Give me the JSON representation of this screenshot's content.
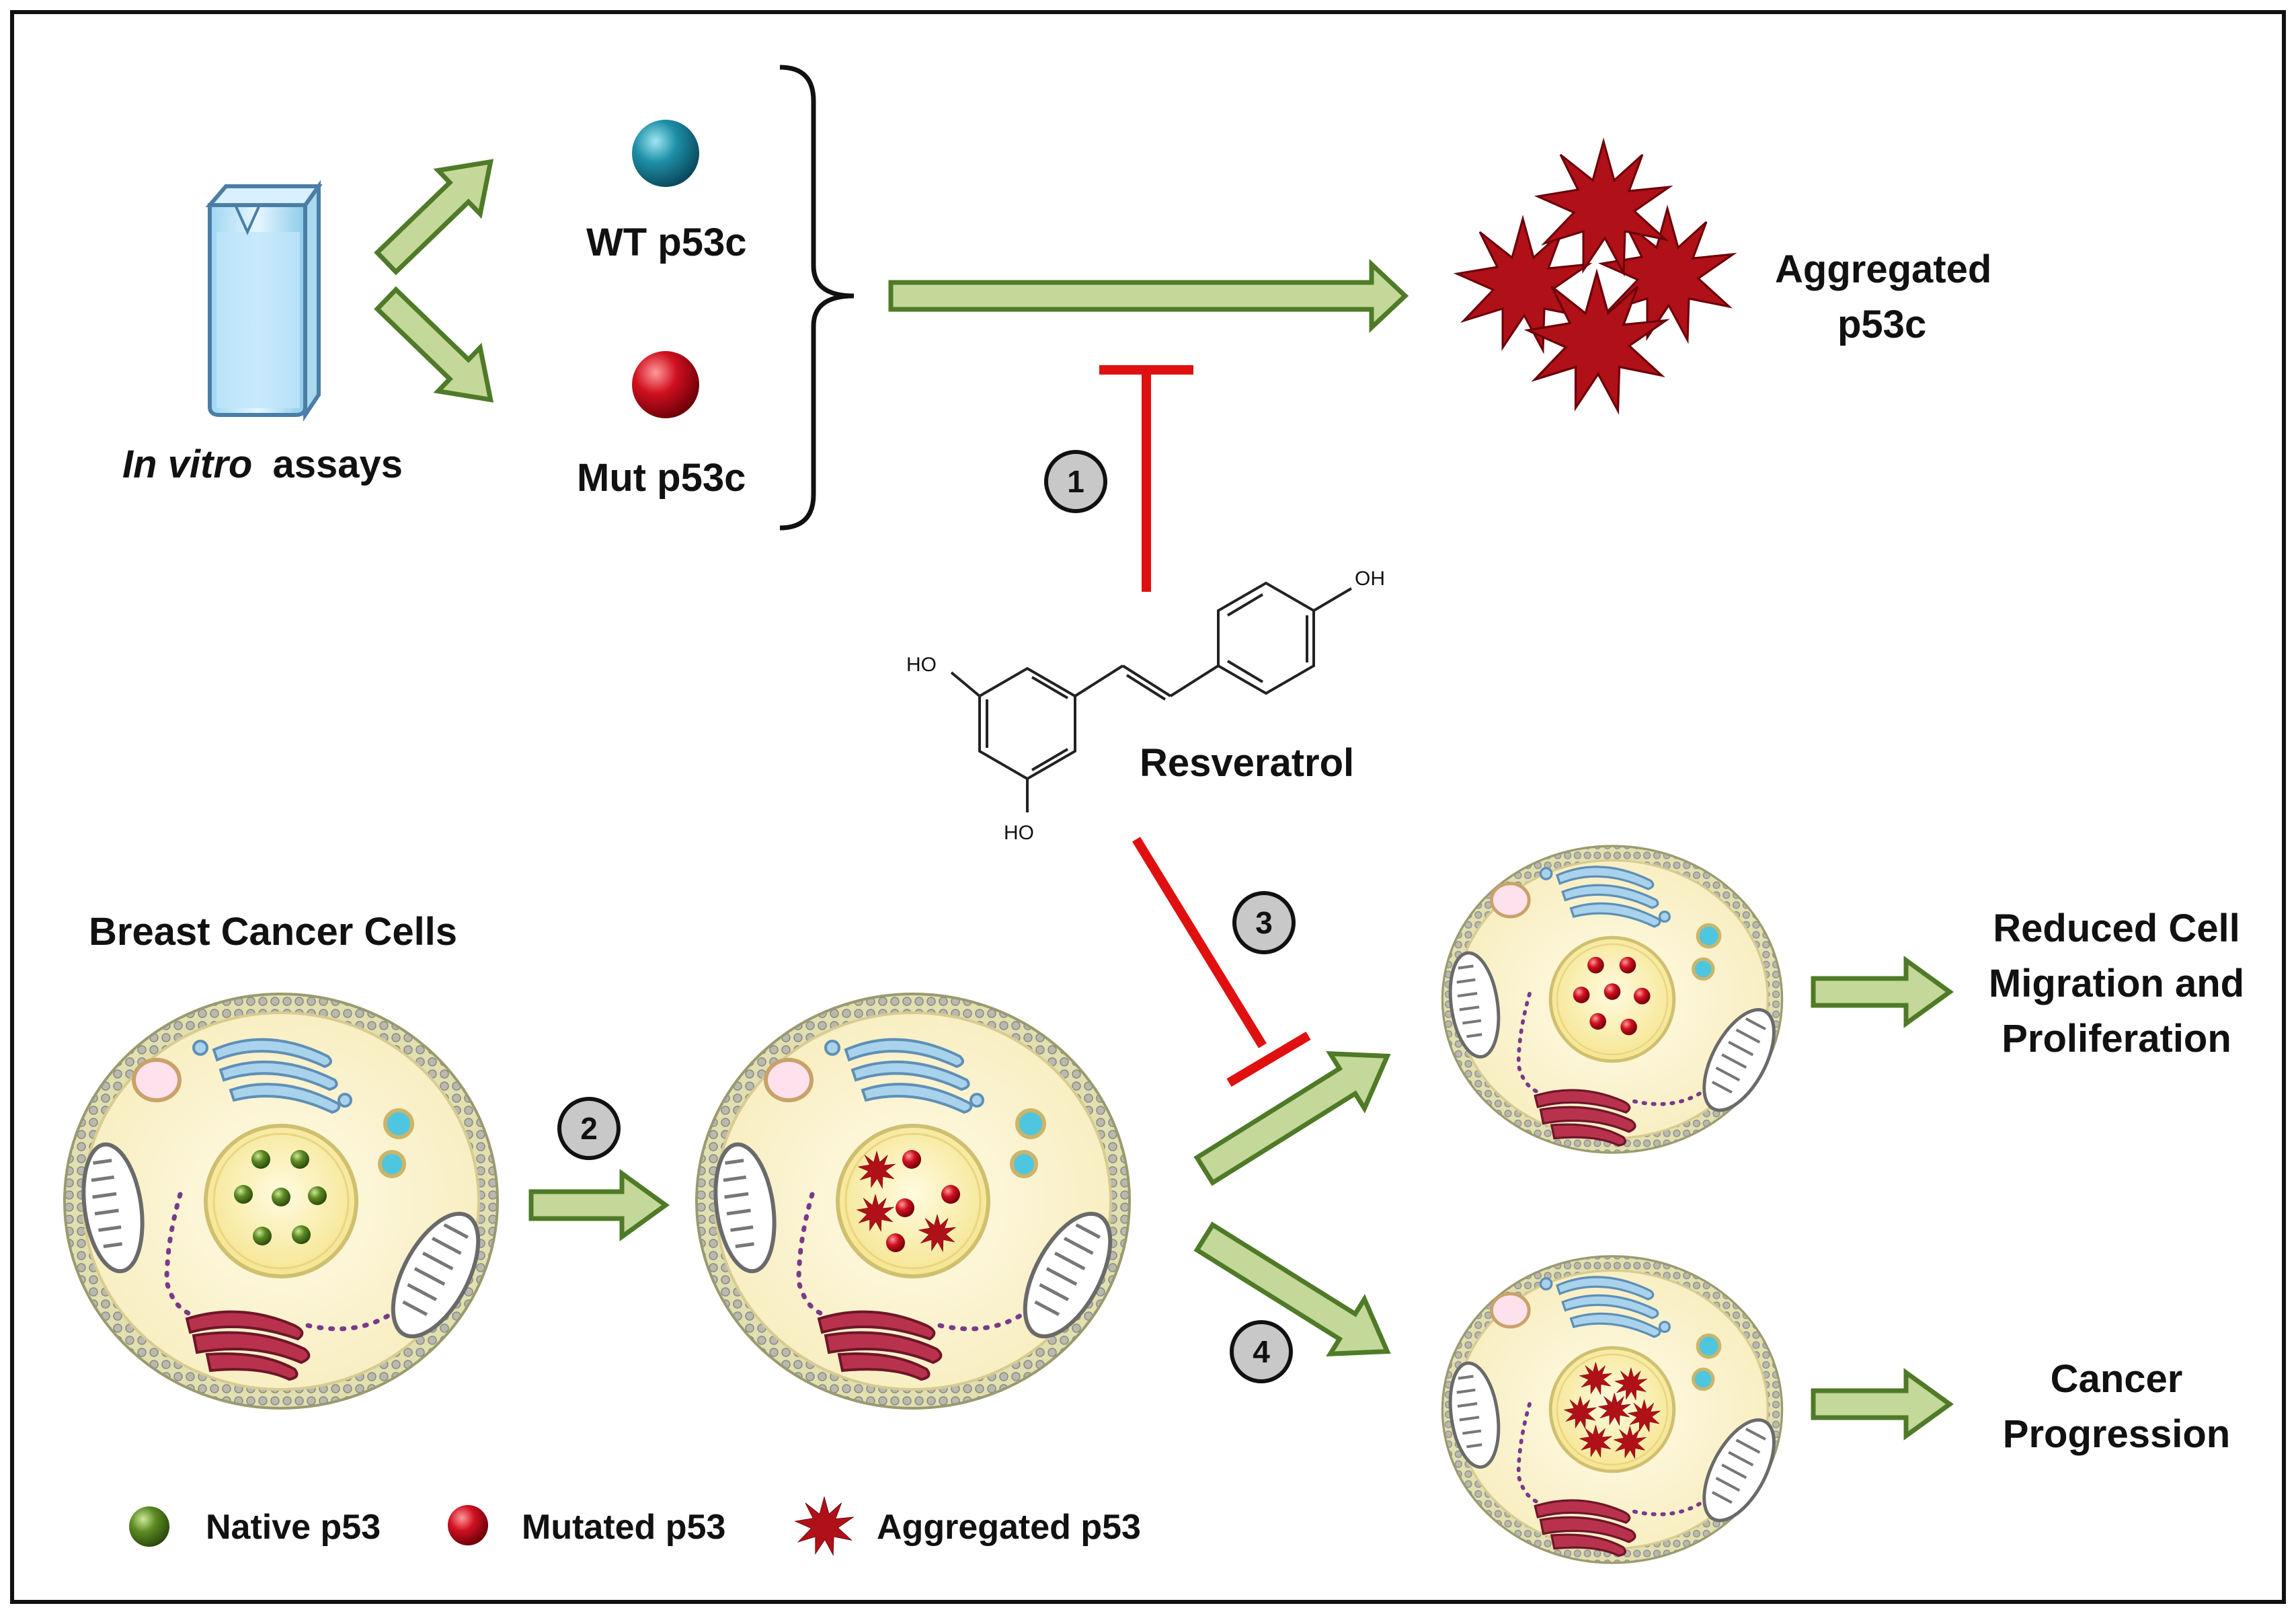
{
  "labels": {
    "in_vitro_italic": "In vitro",
    "in_vitro_rest": "assays",
    "wt": "WT p53c",
    "mut": "Mut p53c",
    "aggregated_line1": "Aggregated",
    "aggregated_line2": "p53c",
    "resveratrol": "Resveratrol",
    "oh": "OH",
    "ho_left": "HO",
    "ho_bottom": "HO",
    "breast_cancer": "Breast Cancer Cells",
    "reduced_line1": "Reduced Cell",
    "reduced_line2": "Migration and",
    "reduced_line3": "Proliferation",
    "cancer_line1": "Cancer",
    "cancer_line2": "Progression"
  },
  "steps": [
    "1",
    "2",
    "3",
    "4"
  ],
  "legend": {
    "native": "Native p53",
    "mutated": "Mutated p53",
    "aggregated": "Aggregated p53"
  },
  "colors": {
    "arrow_fill": "#c4d89a",
    "arrow_stroke": "#4f7a28",
    "inhibit": "#e01010",
    "wt_sphere": "#1e8fa8",
    "mut_sphere": "#d01020",
    "native_sphere": "#5c8a22",
    "aggregate": "#b01018",
    "cytoplasm": "#fbf2c8",
    "nucleus": "#fbf0a8"
  }
}
